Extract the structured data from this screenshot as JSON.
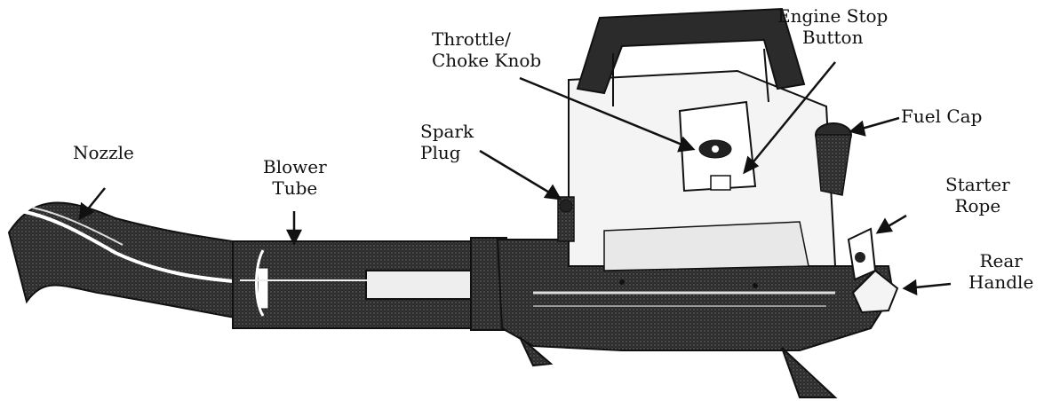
{
  "labels": {
    "nozzle": [
      "Nozzle"
    ],
    "blower_tube": [
      "Blower",
      "Tube"
    ],
    "spark_plug": [
      "Spark",
      "Plug"
    ],
    "throttle_choke": [
      "Throttle/",
      "Choke Knob"
    ],
    "engine_stop": [
      "Engine Stop",
      "Button"
    ],
    "fuel_cap": [
      "Fuel Cap"
    ],
    "starter_rope": [
      "Starter",
      "Rope"
    ],
    "rear_handle": [
      "Rear",
      "Handle"
    ]
  },
  "colors": {
    "ink": "#111111",
    "paper": "#ffffff",
    "body": "#2b2b2b",
    "panel": "#f4f4f4"
  }
}
